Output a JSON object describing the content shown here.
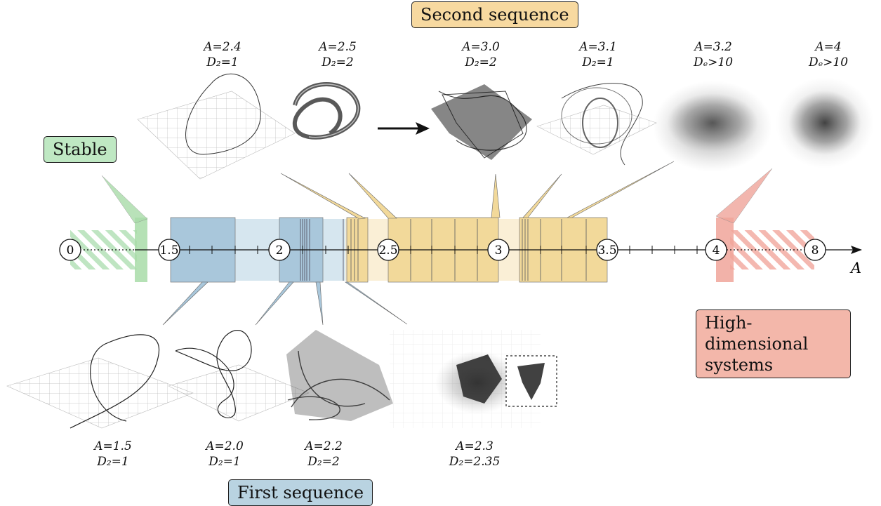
{
  "labels": {
    "second_sequence": "Second sequence",
    "first_sequence": "First sequence",
    "stable": "Stable",
    "high_dimensional": "High-dimensional systems"
  },
  "axis": {
    "name": "A",
    "markers": [
      "0",
      "1.5",
      "2",
      "2.5",
      "3",
      "3.5",
      "4",
      "8"
    ]
  },
  "attractors_top": [
    {
      "a": "A=2.4",
      "d": "D₂=1"
    },
    {
      "a": "A=2.5",
      "d": "D₂=2"
    },
    {
      "a": "A=3.0",
      "d": "D₂=2"
    },
    {
      "a": "A=3.1",
      "d": "D₂=1"
    },
    {
      "a": "A=3.2",
      "d": "Dₑ>10"
    },
    {
      "a": "A=4",
      "d": "Dₑ>10"
    }
  ],
  "attractors_bottom": [
    {
      "a": "A=1.5",
      "d": "D₂=1"
    },
    {
      "a": "A=2.0",
      "d": "D₂=1"
    },
    {
      "a": "A=2.2",
      "d": "D₂=2"
    },
    {
      "a": "A=2.3",
      "d": "D₂=2.35"
    }
  ],
  "colors": {
    "stable": "#a8dca8",
    "first": "#a9c7db",
    "first_light": "#d6e6ef",
    "second": "#f2d99a",
    "second_light": "#faefd6",
    "high": "#f0a59a"
  }
}
